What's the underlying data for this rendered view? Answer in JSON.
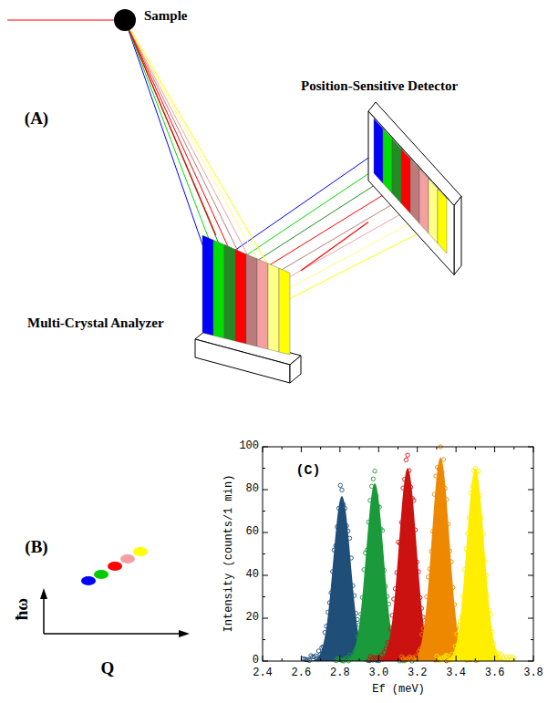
{
  "diagram": {
    "nodes": [
      {
        "text": [
          "Sample"
        ]
      },
      {
        "text": [
          "Multi-Crystal Analyzer"
        ]
      },
      {
        "text": [
          "Position-Sensitive Detector"
        ]
      }
    ],
    "edges": [
      {
        "from": 0,
        "to": 1,
        "arrow": "none"
      },
      {
        "from": 1,
        "to": 2,
        "arrow": "none"
      }
    ],
    "labels": [
      "(A)",
      "(B)",
      "ħω",
      "Q",
      "(C)",
      "Intensity (counts/1 min)",
      "Ef (meV)",
      "0",
      "20",
      "40",
      "60",
      "80",
      "100",
      "2.4",
      "2.6",
      "2.8",
      "3.0",
      "3.2",
      "3.4",
      "3.6",
      "3.8"
    ]
  }
}
